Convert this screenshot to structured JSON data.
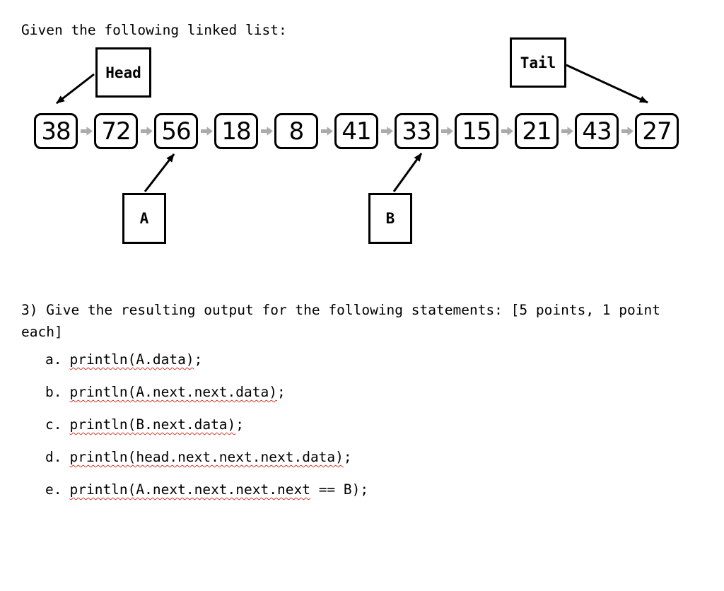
{
  "colors": {
    "background": "#ffffff",
    "text": "#000000",
    "box_border": "#000000",
    "link_arrow_gray": "#ababab",
    "squiggle_red": "#d6382c"
  },
  "title": "Given the following linked list:",
  "diagram": {
    "head_label": "Head",
    "tail_label": "Tail",
    "a_label": "A",
    "b_label": "B",
    "nodes": [
      "38",
      "72",
      "56",
      "18",
      "8",
      "41",
      "33",
      "15",
      "21",
      "43",
      "27"
    ]
  },
  "question": {
    "prompt": "3) Give the resulting output for the following statements: [5 points, 1 point each]",
    "items": [
      {
        "letter": "a.",
        "code": "println(A.data)",
        "suffix": ";"
      },
      {
        "letter": "b.",
        "code": "println(A.next.next.data)",
        "suffix": ";"
      },
      {
        "letter": "c.",
        "code": "println(B.next.data)",
        "suffix": ";"
      },
      {
        "letter": "d.",
        "code": "println(head.next.next.next.data)",
        "suffix": ";"
      },
      {
        "letter": "e.",
        "code": "println(A.next.next.next.next",
        "suffix": " == B);"
      }
    ]
  }
}
